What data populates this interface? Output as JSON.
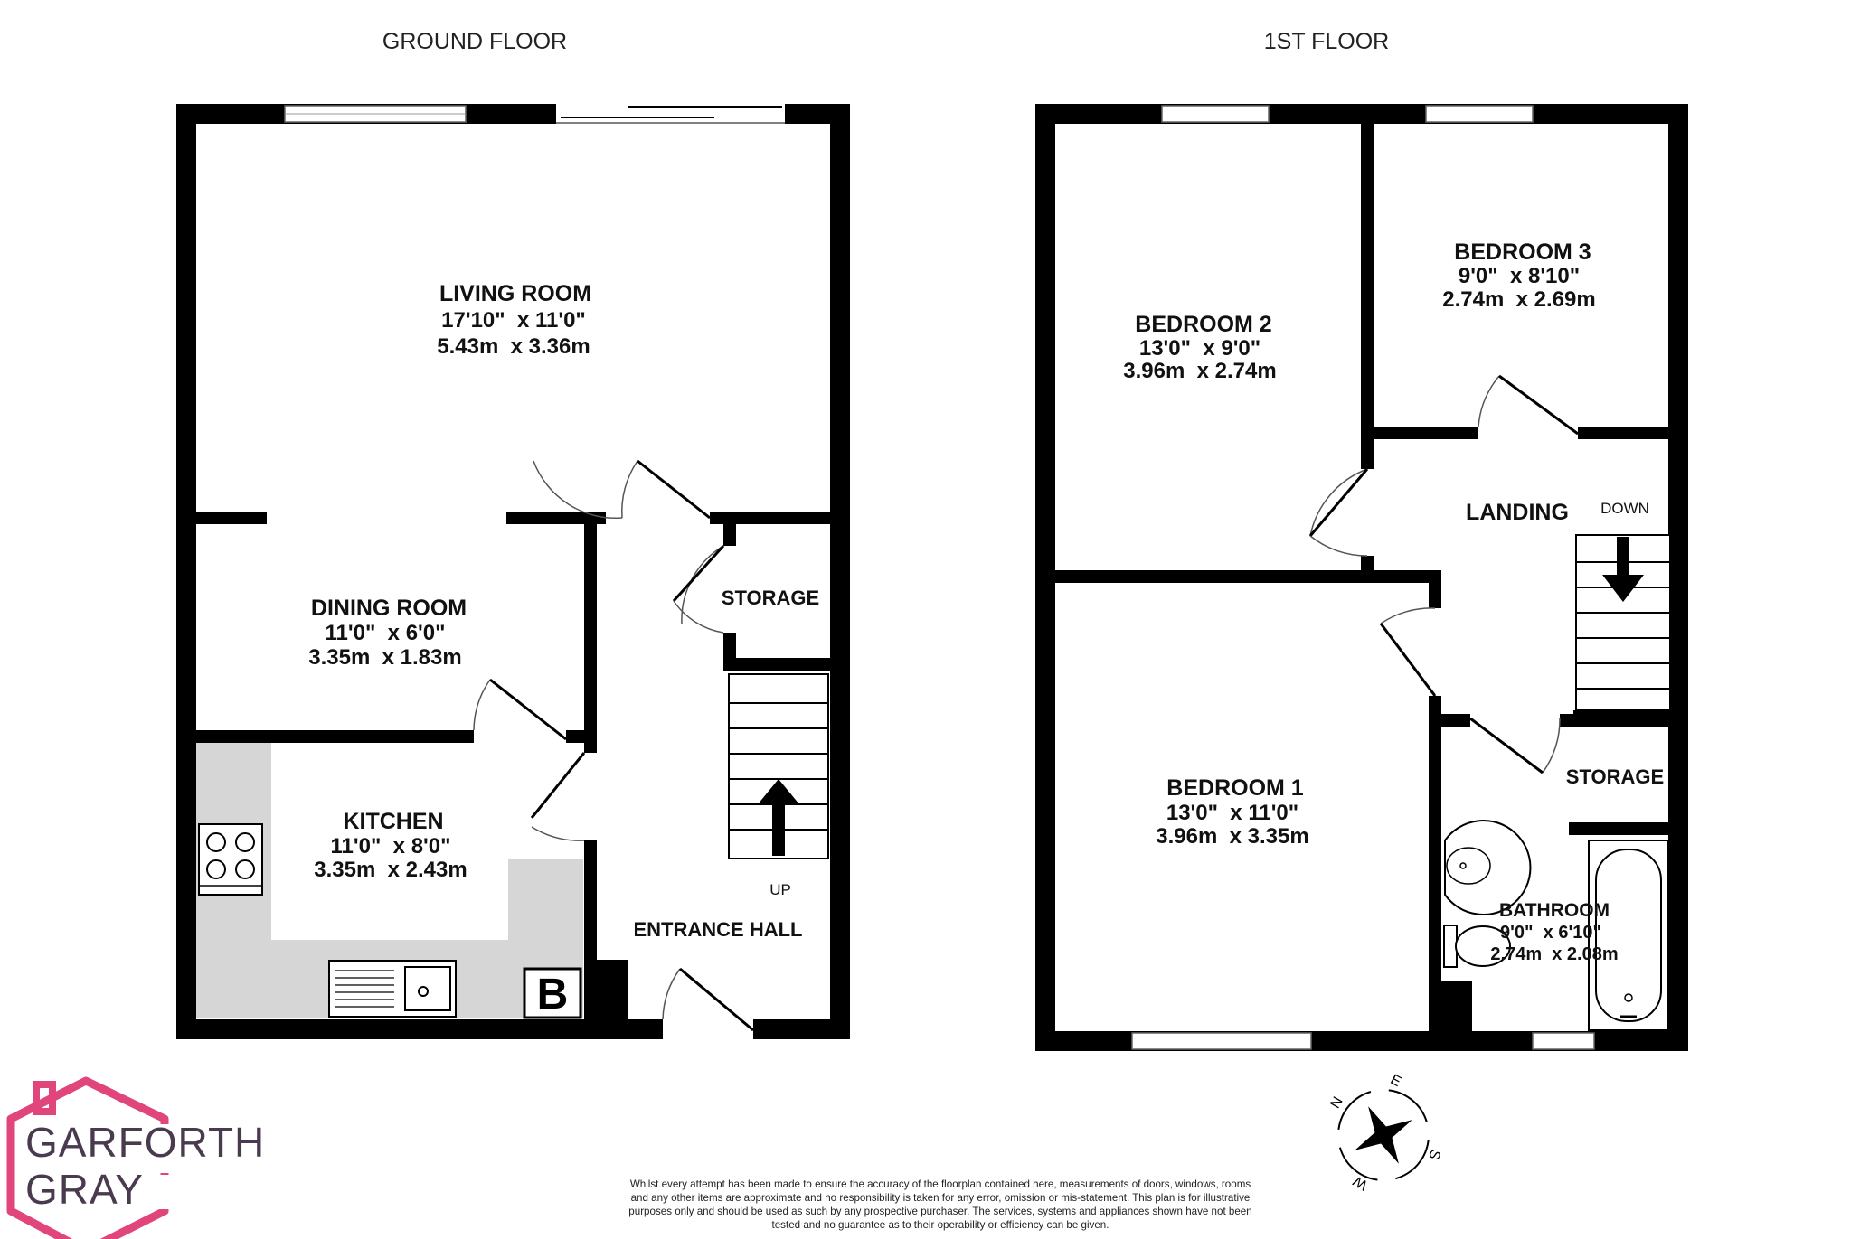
{
  "floors": {
    "ground": {
      "title": "GROUND FLOOR",
      "rooms": {
        "living": {
          "name": "LIVING ROOM",
          "dim_imperial": "17'10\"  x 11'0\"",
          "dim_metric": "5.43m  x 3.36m"
        },
        "dining": {
          "name": "DINING ROOM",
          "dim_imperial": "11'0\"  x 6'0\"",
          "dim_metric": "3.35m  x 1.83m"
        },
        "kitchen": {
          "name": "KITCHEN",
          "dim_imperial": "11'0\"  x 8'0\"",
          "dim_metric": "3.35m  x 2.43m"
        },
        "storage": {
          "name": "STORAGE"
        },
        "entrance": {
          "name": "ENTRANCE HALL"
        }
      },
      "stairs_label": "UP",
      "boiler_label": "B"
    },
    "first": {
      "title": "1ST FLOOR",
      "rooms": {
        "bedroom2": {
          "name": "BEDROOM 2",
          "dim_imperial": "13'0\"  x 9'0\"",
          "dim_metric": "3.96m  x 2.74m"
        },
        "bedroom3": {
          "name": "BEDROOM 3",
          "dim_imperial": "9'0\"  x 8'10\"",
          "dim_metric": "2.74m  x 2.69m"
        },
        "bedroom1": {
          "name": "BEDROOM 1",
          "dim_imperial": "13'0\"  x 11'0\"",
          "dim_metric": "3.96m  x 3.35m"
        },
        "landing": {
          "name": "LANDING"
        },
        "storage": {
          "name": "STORAGE"
        },
        "bathroom": {
          "name": "BATHROOM",
          "dim_imperial": "9'0\"  x 6'10\"",
          "dim_metric": "2.74m  x 2.08m"
        }
      },
      "stairs_label": "DOWN"
    }
  },
  "compass": {
    "n": "N",
    "e": "E",
    "s": "S",
    "w": "W"
  },
  "logo": {
    "line1": "GARFORTH",
    "line2": "GRAY",
    "accent_color": "#e0457b",
    "text_color": "#4a3a4e"
  },
  "disclaimer": "Whilst every attempt has been made to ensure the accuracy of the floorplan contained here, measurements of doors, windows, rooms and any other items are approximate and no responsibility is taken for any error, omission or mis-statement. This plan is for illustrative purposes only and should be used as such by any prospective purchaser. The services, systems and appliances shown have not been tested and no guarantee as to their operability or efficiency can be given."
}
